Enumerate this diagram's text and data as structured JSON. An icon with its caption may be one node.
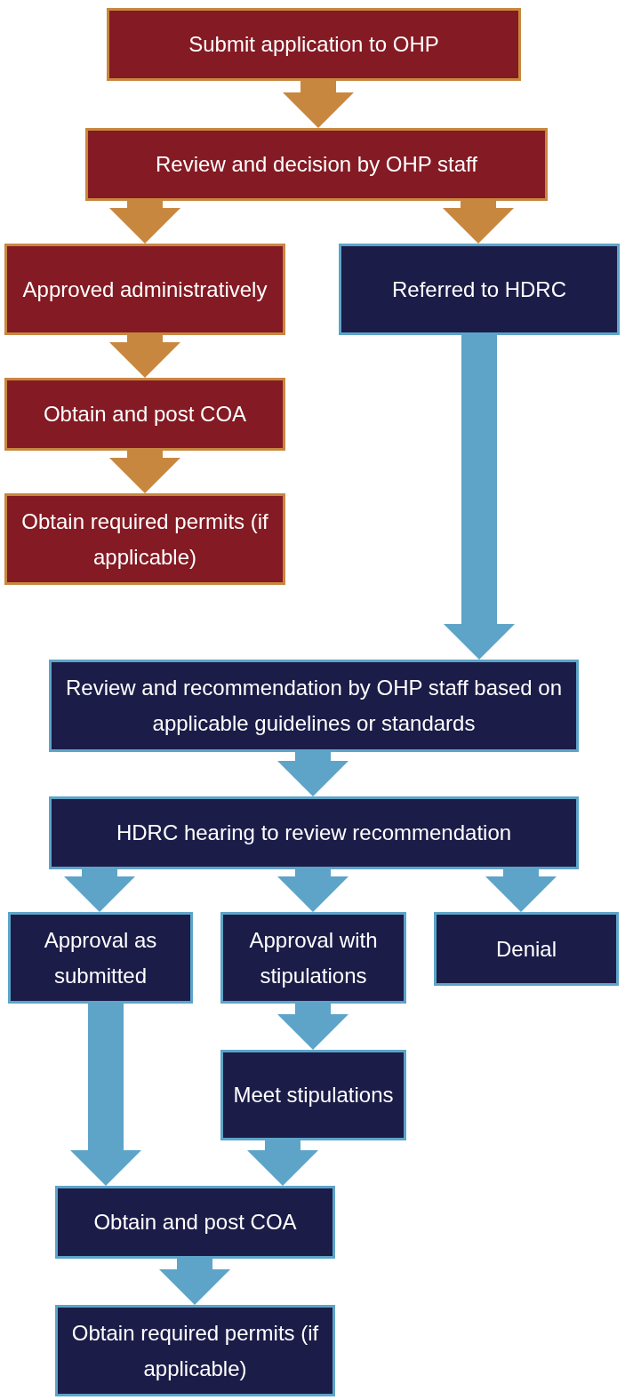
{
  "diagram": {
    "nodes": [
      {
        "text": [
          "Submit application to OHP"
        ]
      },
      {
        "text": [
          "Review and decision by OHP staff"
        ]
      },
      {
        "text": [
          "Approved administratively"
        ]
      },
      {
        "text": [
          "Referred to HDRC"
        ]
      },
      {
        "text": [
          "Obtain and post COA"
        ]
      },
      {
        "text": [
          "Obtain required permits (if applicable)"
        ]
      },
      {
        "text": [
          "Review and recommendation by OHP staff based on applicable guidelines or standards"
        ]
      },
      {
        "text": [
          "HDRC hearing to review recommendation"
        ]
      },
      {
        "text": [
          "Approval as submitted"
        ]
      },
      {
        "text": [
          "Approval with stipulations"
        ]
      },
      {
        "text": [
          "Denial"
        ]
      },
      {
        "text": [
          "Meet stipulations"
        ]
      },
      {
        "text": [
          "Obtain and post COA"
        ]
      },
      {
        "text": [
          "Obtain required permits (if applicable)"
        ]
      }
    ],
    "edges": [
      {
        "from": 0,
        "to": 1,
        "arrow": "to",
        "color": "#c8873f"
      },
      {
        "from": 1,
        "to": 2,
        "arrow": "to",
        "color": "#c8873f"
      },
      {
        "from": 1,
        "to": 3,
        "arrow": "to",
        "color": "#c8873f"
      },
      {
        "from": 2,
        "to": 4,
        "arrow": "to",
        "color": "#c8873f"
      },
      {
        "from": 4,
        "to": 5,
        "arrow": "to",
        "color": "#c8873f"
      },
      {
        "from": 3,
        "to": 6,
        "arrow": "to"
      },
      {
        "from": 6,
        "to": 7,
        "arrow": "to"
      },
      {
        "from": 7,
        "to": 8,
        "arrow": "to"
      },
      {
        "from": 7,
        "to": 9,
        "arrow": "to"
      },
      {
        "from": 7,
        "to": 10,
        "arrow": "to"
      },
      {
        "from": 9,
        "to": 11,
        "arrow": "to"
      },
      {
        "from": 8,
        "to": 12,
        "arrow": "to"
      },
      {
        "from": 11,
        "to": 12,
        "arrow": "to"
      },
      {
        "from": 12,
        "to": 13,
        "arrow": "to"
      }
    ]
  }
}
